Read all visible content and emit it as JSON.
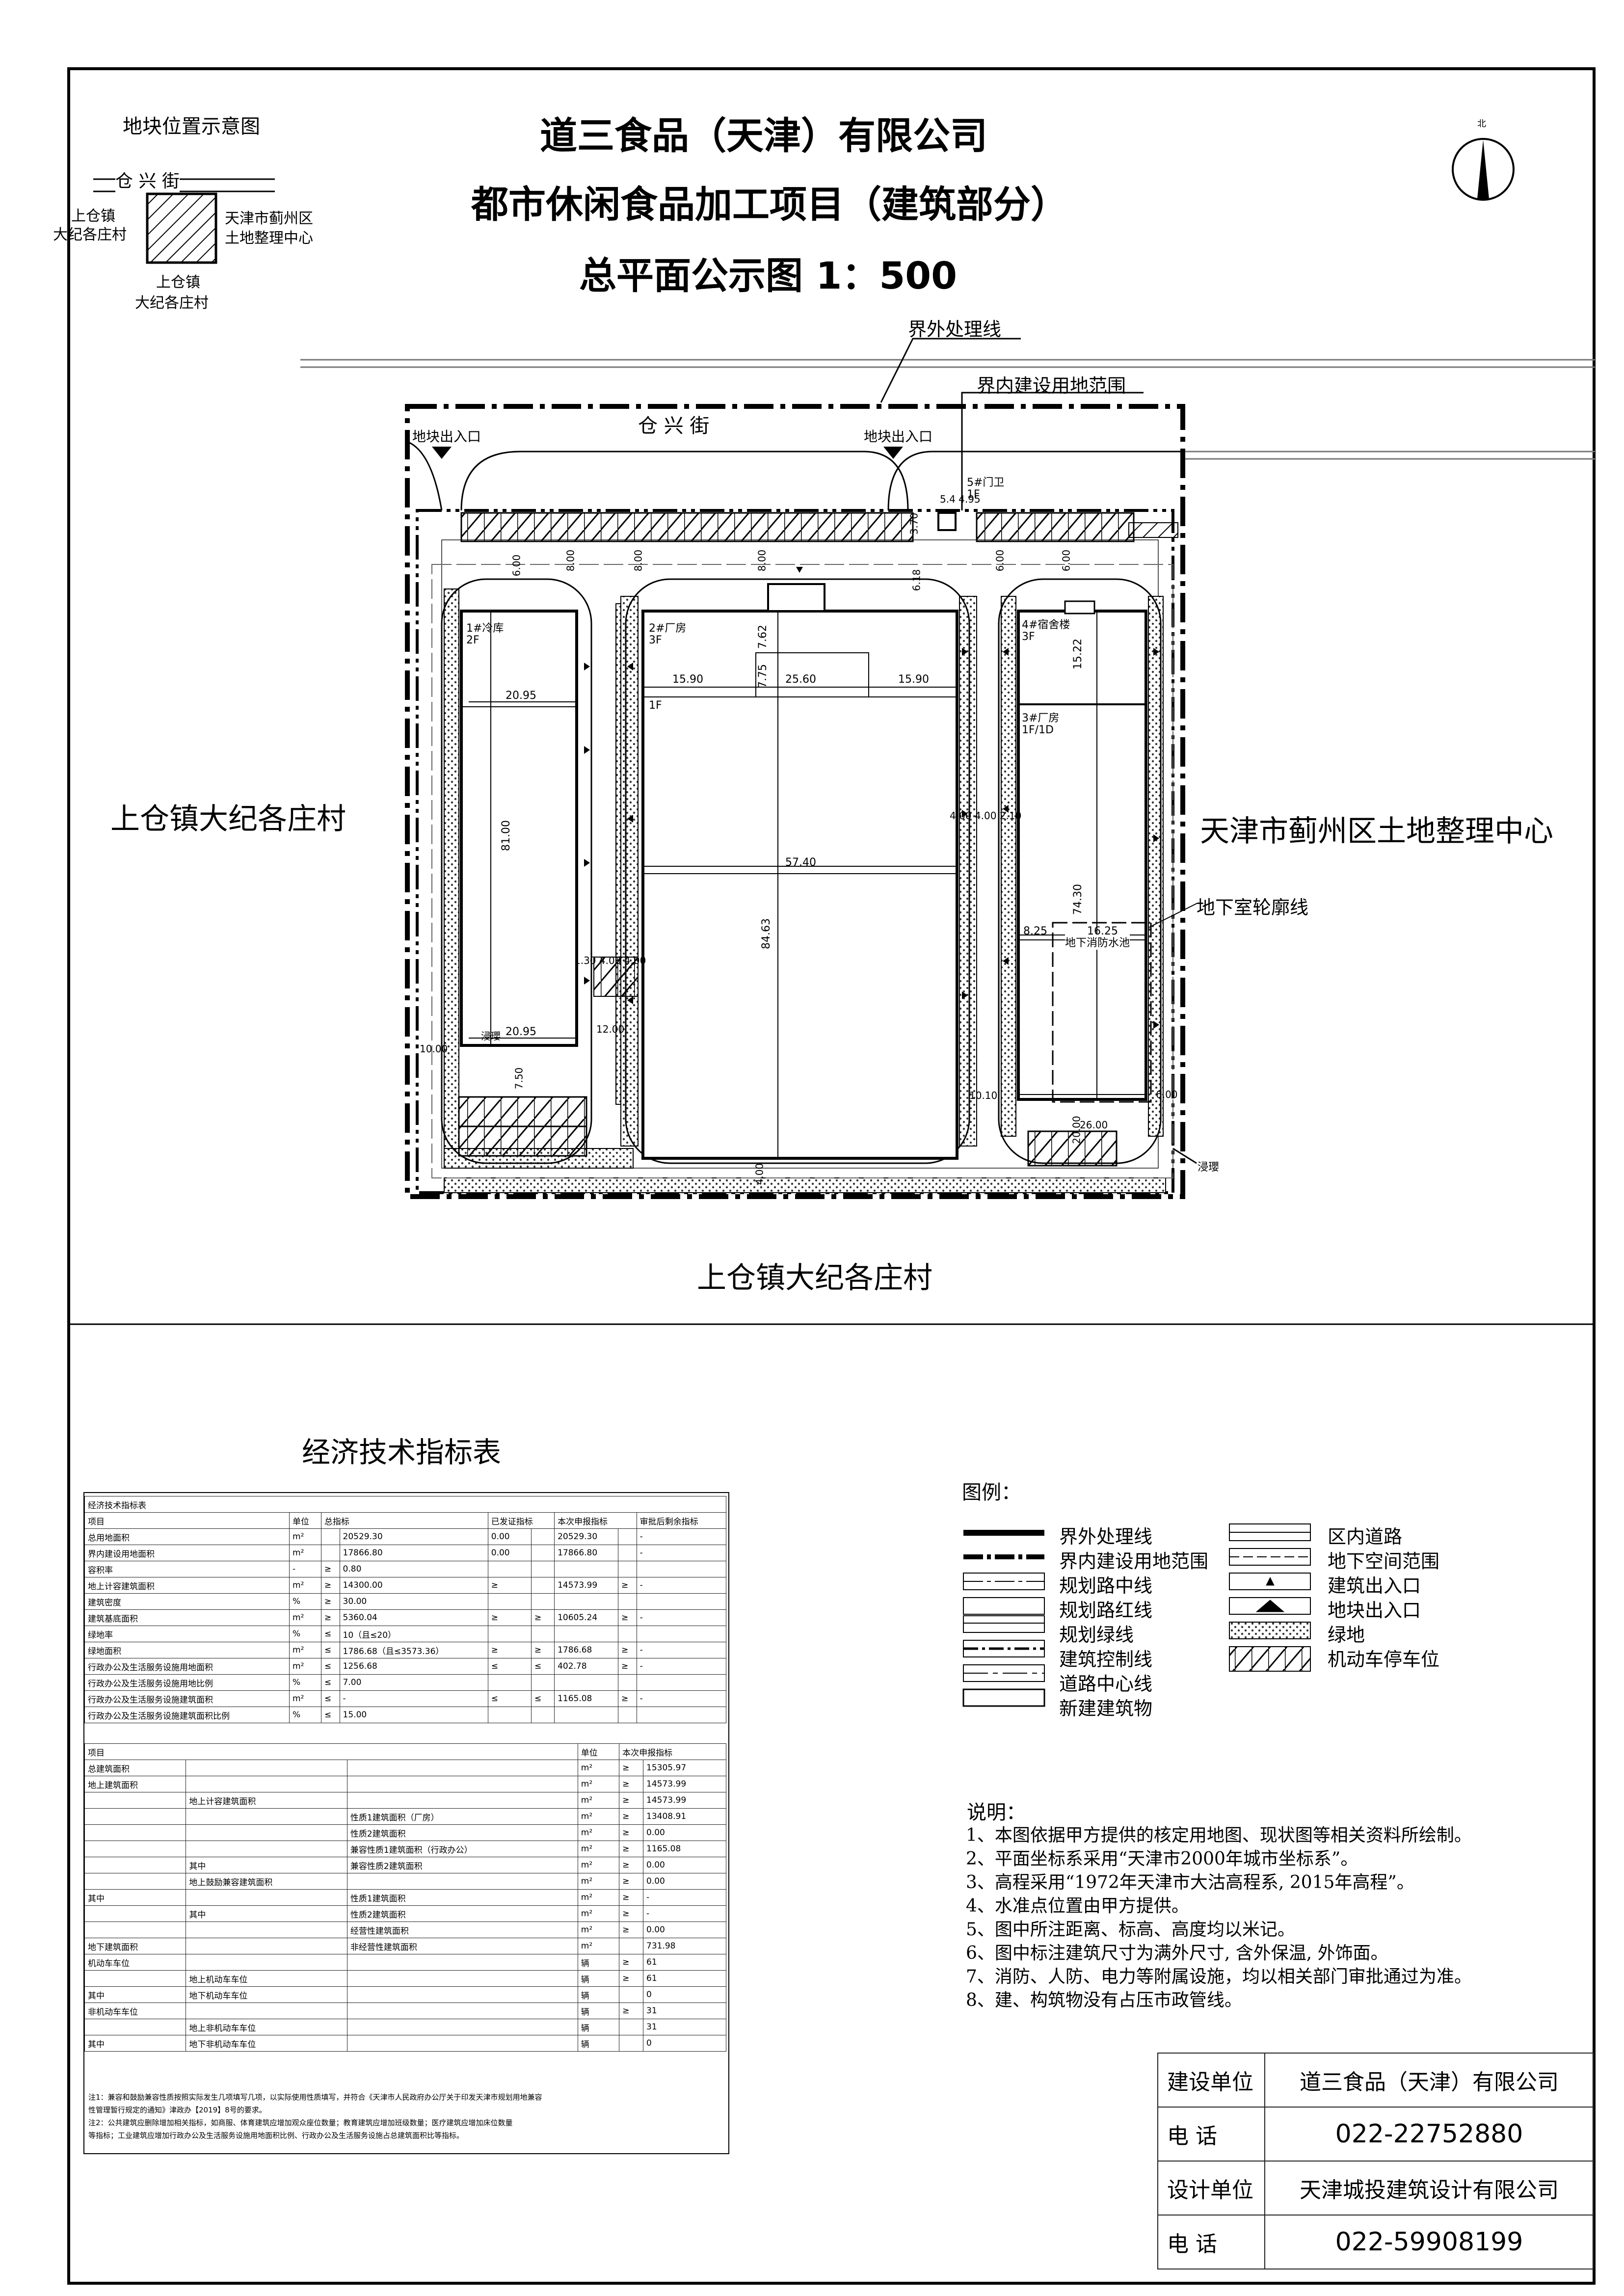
{
  "title": {
    "line1": "道三食品（天津）有限公司",
    "line2": "都市休闲食品加工项目（建筑部分）",
    "line3": "总平面公示图   1：500"
  },
  "location_map": {
    "title": "地块位置示意图",
    "north_road": "仓    兴    街",
    "west_l1": "上仓镇",
    "west_l2": "大纪各庄村",
    "east_l1": "天津市蓟州区",
    "east_l2": "土地整理中心",
    "south_l1": "上仓镇",
    "south_l2": "大纪各庄村"
  },
  "north_arrow": {
    "label": "北"
  },
  "site_plan": {
    "callout_outer": "界外处理线",
    "callout_inner": "界内建设用地范围",
    "street": "仓          兴          街",
    "entrance_left": "地块出入口",
    "entrance_right": "地块出入口",
    "west_neighbor": "上仓镇大纪各庄村",
    "east_neighbor": "天津市蓟州区土地整理中心",
    "south_neighbor": "上仓镇大纪各庄村",
    "basement_callout": "地下室轮廓线",
    "guard_l1": "5#门卫",
    "guard_l2": "1F",
    "b1_l1": "1#冷库",
    "b1_l2": "2F",
    "b2_l1": "2#厂房",
    "b2_l2": "3F",
    "b2_l3": "1F",
    "b3_l1": "3#厂房",
    "b3_l2": "1F/1D",
    "b4_l1": "4#宿舍楼",
    "b4_l2": "3F",
    "basement_label": "地下消防水池",
    "smoke1": "浸瓔",
    "smoke2": "浸瓔",
    "dims": {
      "d_600a": "6.00",
      "d_600b": "6.00",
      "d_800a": "8.00",
      "d_800b": "8.00",
      "d_800c": "8.00",
      "d_618": "6.18",
      "d_370": "3.70",
      "d_600c": "6.00",
      "d_5445": "5.4 4.95",
      "d_2095a": "20.95",
      "d_8100": "81.00",
      "d_2095b": "20.95",
      "d_1590a": "15.90",
      "d_2560": "25.60",
      "d_1590b": "15.90",
      "d_762": "7.62",
      "d_775": "7.75",
      "d_5740": "57.40",
      "d_8463": "84.63",
      "d_1522": "15.22",
      "d_7430": "74.30",
      "d_825": "8.25",
      "d_1625": "16.25",
      "d_400": "4.00 4.00 2.10",
      "d_1200": "12.00",
      "d_750": "7.50",
      "d_1300": "1.30 4.00 4.00",
      "d_1000": "10.00",
      "d_1010": "10.10",
      "d_2600": "26.00",
      "d_600d": "6.00",
      "d_400b": "4.00",
      "d_2000": "20.00"
    }
  },
  "econ_table": {
    "title": "经济技术指标表",
    "caption": "经济技术指标表",
    "head": [
      "项目",
      "单位",
      "总指标",
      "已发证指标",
      "本次申报指标",
      "审批后剩余指标"
    ],
    "rows": [
      [
        "总用地面积",
        "m²",
        "",
        "20529.30",
        "0.00",
        "",
        "20529.30",
        "",
        "-"
      ],
      [
        "界内建设用地面积",
        "m²",
        "",
        "17866.80",
        "0.00",
        "",
        "17866.80",
        "",
        "-"
      ],
      [
        "容积率",
        "-",
        "≥",
        "0.80",
        "",
        "",
        "",
        "",
        ""
      ],
      [
        "地上计容建筑面积",
        "m²",
        "≥",
        "14300.00",
        "≥",
        "",
        "14573.99",
        "≥",
        "-"
      ],
      [
        "建筑密度",
        "%",
        "≥",
        "30.00",
        "",
        "",
        "",
        "",
        ""
      ],
      [
        "建筑基底面积",
        "m²",
        "≥",
        "5360.04",
        "≥",
        "≥",
        "10605.24",
        "≥",
        "-"
      ],
      [
        "绿地率",
        "%",
        "≤",
        "10（且≤20）",
        "",
        "",
        "",
        "",
        ""
      ],
      [
        "绿地面积",
        "m²",
        "≤",
        "1786.68（且≤3573.36）",
        "≥",
        "≥",
        "1786.68",
        "≥",
        "-"
      ],
      [
        "行政办公及生活服务设施用地面积",
        "m²",
        "≤",
        "1256.68",
        "≤",
        "≤",
        "402.78",
        "≥",
        "-"
      ],
      [
        "行政办公及生活服务设施用地比例",
        "%",
        "≤",
        "7.00",
        "",
        "",
        "",
        "",
        ""
      ],
      [
        "行政办公及生活服务设施建筑面积",
        "m²",
        "≤",
        "-",
        "≤",
        "≤",
        "1165.08",
        "≥",
        "-"
      ],
      [
        "行政办公及生活服务设施建筑面积比例",
        "%",
        "≤",
        "15.00",
        "",
        "",
        "",
        "",
        ""
      ]
    ],
    "head2": [
      "项目",
      "单位",
      "本次申报指标"
    ],
    "rows2": [
      [
        "总建筑面积",
        "",
        "",
        "m²",
        "≥",
        "15305.97"
      ],
      [
        "地上建筑面积",
        "",
        "",
        "m²",
        "≥",
        "14573.99"
      ],
      [
        "",
        "地上计容建筑面积",
        "",
        "m²",
        "≥",
        "14573.99"
      ],
      [
        "",
        "",
        "性质1建筑面积（厂房）",
        "m²",
        "≥",
        "13408.91"
      ],
      [
        "",
        "",
        "性质2建筑面积",
        "m²",
        "≥",
        "0.00"
      ],
      [
        "",
        "",
        "兼容性质1建筑面积（行政办公）",
        "m²",
        "≥",
        "1165.08"
      ],
      [
        "",
        "其中",
        "兼容性质2建筑面积",
        "m²",
        "≥",
        "0.00"
      ],
      [
        "",
        "地上鼓励兼容建筑面积",
        "",
        "m²",
        "≥",
        "0.00"
      ],
      [
        "其中",
        "",
        "性质1建筑面积",
        "m²",
        "≥",
        "-"
      ],
      [
        "",
        "其中",
        "性质2建筑面积",
        "m²",
        "≥",
        "-"
      ],
      [
        "",
        "",
        "经营性建筑面积",
        "m²",
        "≥",
        "0.00"
      ],
      [
        "地下建筑面积",
        "",
        "非经营性建筑面积",
        "m²",
        "",
        "731.98"
      ],
      [
        "机动车车位",
        "",
        "",
        "辆",
        "≥",
        "61"
      ],
      [
        "",
        "地上机动车车位",
        "",
        "辆",
        "≥",
        "61"
      ],
      [
        "其中",
        "地下机动车车位",
        "",
        "辆",
        "",
        "0"
      ],
      [
        "非机动车车位",
        "",
        "",
        "辆",
        "≥",
        "31"
      ],
      [
        "",
        "地上非机动车车位",
        "",
        "辆",
        "",
        "31"
      ],
      [
        "其中",
        "地下非机动车车位",
        "",
        "辆",
        "",
        "0"
      ]
    ],
    "note1": "注1：兼容和鼓励兼容性质按照实际发生几项填写几项，以实际使用性质填写，并符合《天津市人民政府办公厅关于印发天津市规划用地兼容",
    "note1b": "性管理暂行规定的通知》津政办【2019】8号的要求。",
    "note2": "注2：公共建筑应删除增加相关指标，如商服、体育建筑应增加观众座位数量；教育建筑应增加班级数量；医疗建筑应增加床位数量",
    "note2b": "等指标；工业建筑应增加行政办公及生活服务设施用地面积比例、行政办公及生活服务设施占总建筑面积比等指标。"
  },
  "legend": {
    "title": "图例：",
    "items_left": [
      "界外处理线",
      "界内建设用地范围",
      "规划路中线",
      "规划路红线",
      "规划绿线",
      "建筑控制线",
      "道路中心线",
      "新建建筑物"
    ],
    "items_right": [
      "区内道路",
      "地下空间范围",
      "建筑出入口",
      "地块出入口",
      "绿地",
      "机动车停车位"
    ]
  },
  "notes": {
    "title": "说明：",
    "items": [
      "1、本图依据甲方提供的核定用地图、现状图等相关资料所绘制。",
      "2、平面坐标系采用“天津市2000年城市坐标系”。",
      "3、高程采用“1972年天津市大沽高程系, 2015年高程”。",
      "4、水准点位置由甲方提供。",
      "5、图中所注距离、标高、高度均以米记。",
      "6、图中标注建筑尺寸为满外尺寸, 含外保温, 外饰面。",
      "7、消防、人防、电力等附属设施，均以相关部门审批通过为准。",
      "8、建、构筑物没有占压市政管线。"
    ]
  },
  "title_block": {
    "r1_label": "建设单位",
    "r1_value": "道三食品（天津）有限公司",
    "r2_label": "电    话",
    "r2_value": "022-22752880",
    "r3_label": "设计单位",
    "r3_value": "天津城投建筑设计有限公司",
    "r4_label": "电    话",
    "r4_value": "022-59908199"
  }
}
